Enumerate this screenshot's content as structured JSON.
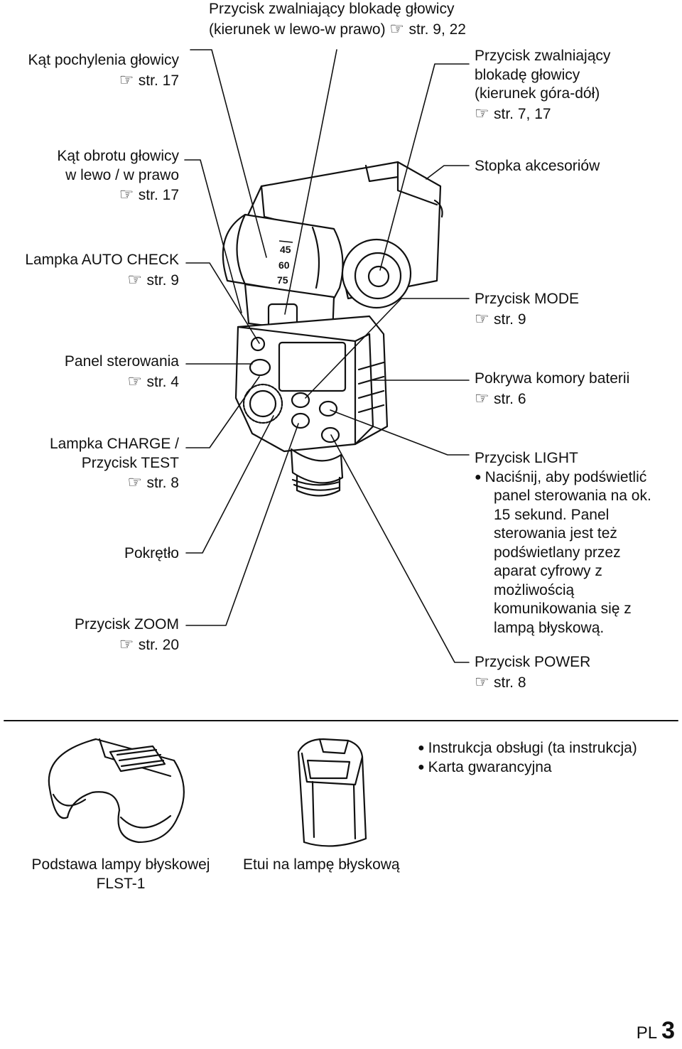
{
  "callouts": {
    "tilt_angle": {
      "label": "Kąt pochylenia głowicy",
      "ref": "str. 17"
    },
    "swivel_angle": {
      "label_1": "Kąt obrotu głowicy",
      "label_2": "w lewo / w prawo",
      "ref": "str. 17"
    },
    "auto_check": {
      "label": "Lampka AUTO CHECK",
      "ref": "str. 9"
    },
    "control_panel": {
      "label": "Panel sterowania",
      "ref": "str. 4"
    },
    "charge_test": {
      "label_1": "Lampka CHARGE /",
      "label_2": "Przycisk TEST",
      "ref": "str. 8"
    },
    "dial": {
      "label": "Pokrętło"
    },
    "zoom": {
      "label": "Przycisk ZOOM",
      "ref": "str. 20"
    },
    "lr_lock": {
      "label_1": "Przycisk zwalniający blokadę głowicy",
      "label_2": "(kierunek w lewo-w prawo)",
      "ref": "str. 9, 22"
    },
    "ud_lock": {
      "label_1": "Przycisk zwalniający",
      "label_2": "blokadę głowicy",
      "label_3": "(kierunek góra-dół)",
      "ref": "str. 7, 17"
    },
    "accessory_shoe": {
      "label": "Stopka akcesoriów"
    },
    "mode": {
      "label": "Przycisk MODE",
      "ref": "str. 9"
    },
    "battery_cover": {
      "label": "Pokrywa komory baterii",
      "ref": "str. 6"
    },
    "light": {
      "label": "Przycisk LIGHT",
      "note_lines": [
        "Naciśnij, aby podświetlić",
        "panel sterowania na ok.",
        "15 sekund. Panel",
        "sterowania jest też",
        "podświetlany przez",
        "aparat cyfrowy z",
        "możliwością",
        "komunikowania się z",
        "lampą błyskową."
      ]
    },
    "power": {
      "label": "Przycisk POWER",
      "ref": "str. 8"
    }
  },
  "angle_scale": [
    "45",
    "60",
    "75"
  ],
  "accessories": {
    "stand_label_1": "Podstawa lampy błyskowej",
    "stand_label_2": "FLST-1",
    "case_label": "Etui na lampę błyskową",
    "bullets": [
      "Instrukcja obsługi (ta instrukcja)",
      "Karta gwarancyjna"
    ]
  },
  "footer": {
    "lang": "PL",
    "page": "3"
  }
}
